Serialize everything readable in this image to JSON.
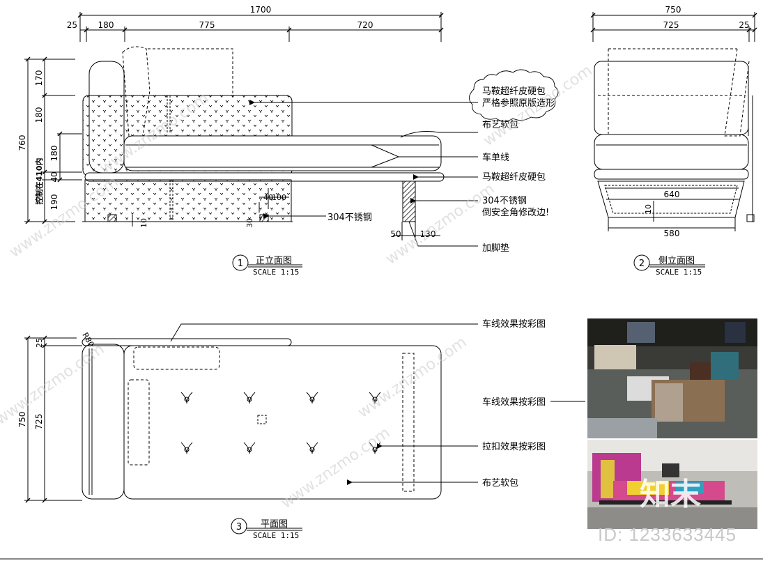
{
  "front": {
    "dims_top": {
      "total": "1700",
      "a": "25",
      "b": "180",
      "c": "775",
      "d": "720"
    },
    "dims_left": {
      "total": "760",
      "h1": "170",
      "h2": "180",
      "h3": "180",
      "h4": "40",
      "h5": "190",
      "note": "控制在410内"
    },
    "dims_small": {
      "d40": "40",
      "d100": "100",
      "d10": "10",
      "d30": "30",
      "d50": "50",
      "d130": "130"
    },
    "callouts": {
      "c1a": "马鞍超纤皮硬包",
      "c1b": "严格参照原版造形",
      "c2": "布艺软包",
      "c3": "车单线",
      "c4": "马鞍超纤皮硬包",
      "c5a": "304不锈钢",
      "c5b": "倒安全角修改边!",
      "c6": "304不锈钢",
      "c7": "加脚垫"
    },
    "title_num": "1",
    "title": "正立面图",
    "scale": "SCALE 1:15"
  },
  "side": {
    "dims_top": {
      "total": "750",
      "a": "725",
      "b": "25"
    },
    "dims_inner": {
      "w640": "640",
      "w580": "580",
      "d10": "10"
    },
    "title_num": "2",
    "title": "侧立面图",
    "scale": "SCALE 1:15"
  },
  "plan": {
    "dims_left": {
      "total": "750",
      "a": "25",
      "b": "725"
    },
    "radius": "R80",
    "callouts": {
      "p1": "车线效果按彩图",
      "p2": "车线效果按彩图",
      "p3": "拉扣效果按彩图",
      "p4": "布艺软包"
    },
    "title_num": "3",
    "title": "平面图",
    "scale": "SCALE 1:15"
  },
  "watermark": {
    "logo": "知末",
    "id": "ID: 1233633445",
    "site": "www.znzmo.com"
  }
}
